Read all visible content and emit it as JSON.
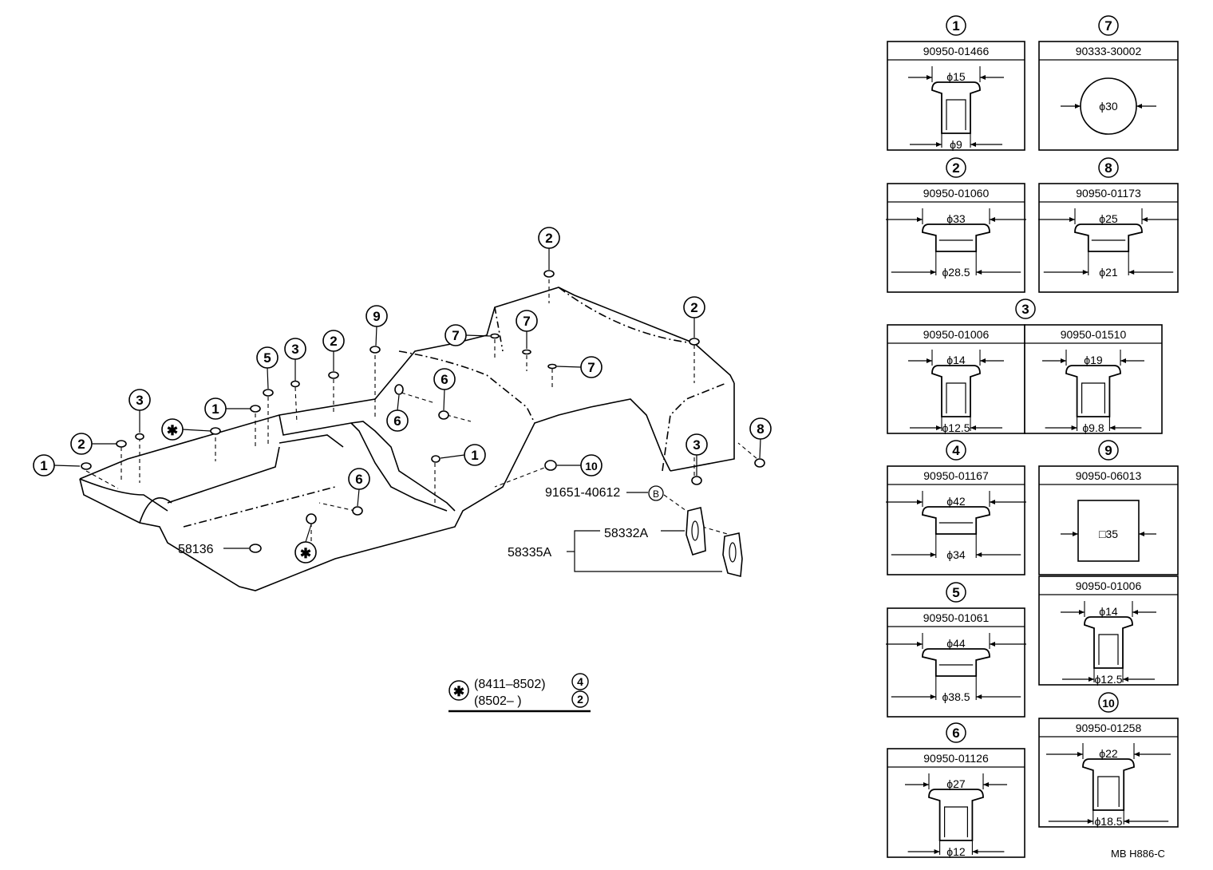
{
  "diagram": {
    "code": "MB H886-C",
    "footnote": {
      "line1": "(8411–8502)",
      "line1_ref": "4",
      "line2": "(8502–        )",
      "line2_ref": "2"
    },
    "labels": {
      "hole_plug_b": "91651-40612",
      "b_marker": "B",
      "pad_a": "58332A",
      "pad_b": "58335A",
      "plug_58136": "58136"
    }
  },
  "callouts": [
    {
      "ref": "1"
    },
    {
      "ref": "1"
    },
    {
      "ref": "1"
    },
    {
      "ref": "2"
    },
    {
      "ref": "2"
    },
    {
      "ref": "2"
    },
    {
      "ref": "2"
    },
    {
      "ref": "3"
    },
    {
      "ref": "3"
    },
    {
      "ref": "3"
    },
    {
      "ref": "5"
    },
    {
      "ref": "6"
    },
    {
      "ref": "6"
    },
    {
      "ref": "6"
    },
    {
      "ref": "7"
    },
    {
      "ref": "7"
    },
    {
      "ref": "7"
    },
    {
      "ref": "8"
    },
    {
      "ref": "9"
    },
    {
      "ref": "10"
    },
    {
      "ref": "✱"
    },
    {
      "ref": "✱"
    }
  ],
  "detail_parts": [
    {
      "ref": "1",
      "part_no": "90950-01466",
      "dim_top": "ϕ15",
      "dim_bottom": "ϕ9"
    },
    {
      "ref": "7",
      "part_no": "90333-30002",
      "dim_top": "ϕ30",
      "dim_bottom": ""
    },
    {
      "ref": "2",
      "part_no": "90950-01060",
      "dim_top": "ϕ33",
      "dim_bottom": "ϕ28.5"
    },
    {
      "ref": "8",
      "part_no": "90950-01173",
      "dim_top": "ϕ25",
      "dim_bottom": "ϕ21"
    },
    {
      "ref": "3",
      "part_no": "90950-01006",
      "dim_top": "ϕ14",
      "dim_bottom": "ϕ12.5"
    },
    {
      "ref": "",
      "part_no": "90950-01510",
      "dim_top": "ϕ19",
      "dim_bottom": "ϕ9.8"
    },
    {
      "ref": "4",
      "part_no": "90950-01167",
      "dim_top": "ϕ42",
      "dim_bottom": "ϕ34"
    },
    {
      "ref": "9",
      "part_no": "90950-06013",
      "dim_top": "□35",
      "dim_bottom": ""
    },
    {
      "ref": "",
      "part_no": "90950-01006",
      "dim_top": "ϕ14",
      "dim_bottom": "ϕ12.5"
    },
    {
      "ref": "5",
      "part_no": "90950-01061",
      "dim_top": "ϕ44",
      "dim_bottom": "ϕ38.5"
    },
    {
      "ref": "6",
      "part_no": "90950-01126",
      "dim_top": "ϕ27",
      "dim_bottom": "ϕ12"
    },
    {
      "ref": "10",
      "part_no": "90950-01258",
      "dim_top": "ϕ22",
      "dim_bottom": "ϕ18.5"
    }
  ]
}
